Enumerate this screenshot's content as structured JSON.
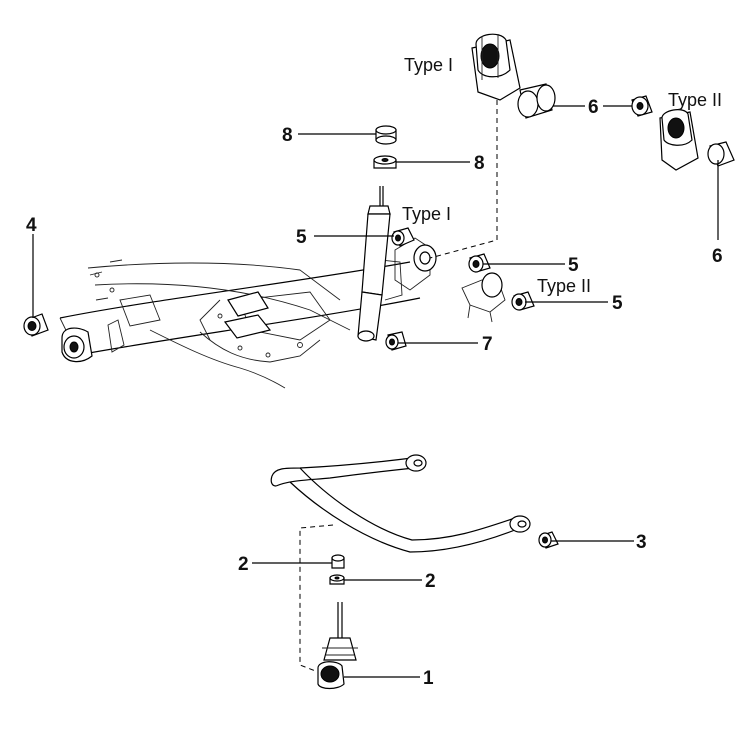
{
  "diagram": {
    "callouts": [
      {
        "id": "c8a",
        "text": "8"
      },
      {
        "id": "c8b",
        "text": "8"
      },
      {
        "id": "c6a",
        "text": "6"
      },
      {
        "id": "c6b",
        "text": "6"
      },
      {
        "id": "c5a",
        "text": "5"
      },
      {
        "id": "c5b",
        "text": "5"
      },
      {
        "id": "c5c",
        "text": "5"
      },
      {
        "id": "c4",
        "text": "4"
      },
      {
        "id": "c7",
        "text": "7"
      },
      {
        "id": "c3",
        "text": "3"
      },
      {
        "id": "c2a",
        "text": "2"
      },
      {
        "id": "c2b",
        "text": "2"
      },
      {
        "id": "c1",
        "text": "1"
      }
    ],
    "type_labels": [
      {
        "id": "t1",
        "text": "Type I"
      },
      {
        "id": "t2",
        "text": "Type II"
      },
      {
        "id": "t3",
        "text": "Type I"
      },
      {
        "id": "t4",
        "text": "Type II"
      }
    ]
  }
}
